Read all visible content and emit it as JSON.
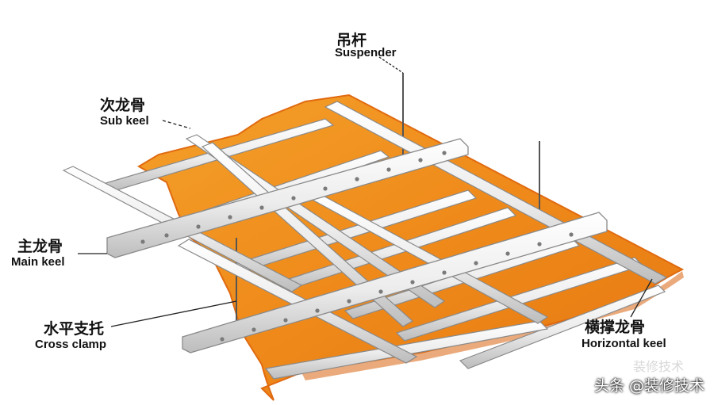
{
  "labels": {
    "suspender": {
      "zh": "吊杆",
      "en": "Suspender"
    },
    "sub_keel": {
      "zh": "次龙骨",
      "en": "Sub keel"
    },
    "main_keel": {
      "zh": "主龙骨",
      "en": "Main keel"
    },
    "cross_clamp": {
      "zh": "水平支托",
      "en": "Cross clamp"
    },
    "horizontal_keel": {
      "zh": "横撑龙骨",
      "en": "Horizontal keel"
    }
  },
  "watermark": {
    "text": "头条 @装修技术",
    "faint": "装修技术"
  },
  "colors": {
    "board": "#ef8a1a",
    "board_edge": "#e06a10",
    "metal": "#ececec",
    "metal_shadow": "#b8b8b8",
    "line": "#333333"
  }
}
